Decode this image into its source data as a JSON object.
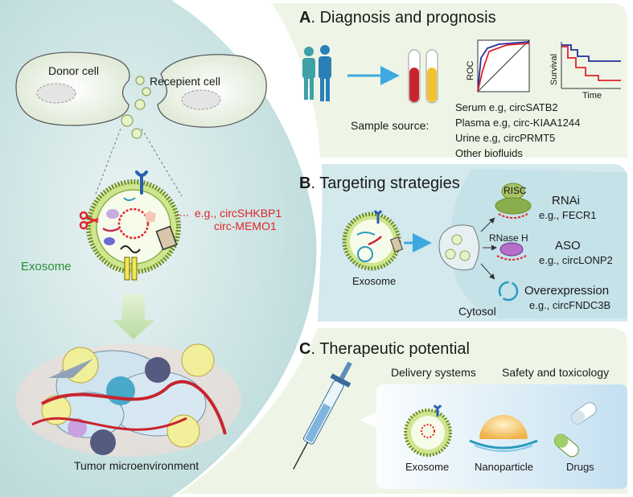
{
  "left": {
    "donor_label": "Donor cell",
    "recipient_label": "Recepient cell",
    "exosome_label": "Exosome",
    "example_line1": "e.g., circSHKBP1",
    "example_line2": "circ-MEMO1",
    "tumor_label": "Tumor microenvironment"
  },
  "panel_a": {
    "letter": "A",
    "title": ". Diagnosis and prognosis",
    "roc_label": "ROC",
    "survival_label": "Survival",
    "time_label": "Time",
    "sample_source_label": "Sample source:",
    "sources": [
      "Serum  e.g, circSATB2",
      "Plasma e.g, circ-KIAA1244",
      "Urine  e.g, circPRMT5",
      "Other biofluids"
    ]
  },
  "panel_b": {
    "letter": "B",
    "title": ". Targeting strategies",
    "exosome_label": "Exosome",
    "cytosol_label": "Cytosol",
    "risc_label": "RISC",
    "rnase_label": "RNase H",
    "rnai_label": "RNAi",
    "rnai_example": "e.g., FECR1",
    "aso_label": "ASO",
    "aso_example": "e.g., circLONP2",
    "overexpression_label": "Overexpression",
    "overexpression_example": "e.g., circFNDC3B"
  },
  "panel_c": {
    "letter": "C",
    "title": ". Therapeutic potential",
    "delivery_label": "Delivery systems",
    "safety_label": "Safety and toxicology",
    "exosome_label": "Exosome",
    "nanoparticle_label": "Nanoparticle",
    "drugs_label": "Drugs"
  },
  "colors": {
    "left_bg": "#c9e2e2",
    "panel_a_bg": "#eef5e6",
    "panel_b_bg": "#d3e9ee",
    "panel_c_bg": "#eef5e6",
    "accent_red": "#e0252b",
    "accent_green": "#2e8b3a",
    "arrow_blue": "#3ea9e0"
  }
}
